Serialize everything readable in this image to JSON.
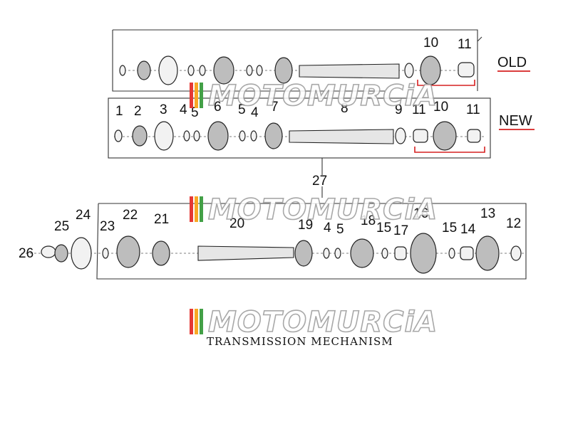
{
  "caption": "TRANSMISSION MECHANISM",
  "version_old": "OLD",
  "version_new": "NEW",
  "version_color": "#d62020",
  "watermark": "MOTOMURCiA",
  "watermark_stripes": [
    "#e53935",
    "#f9a825",
    "#43a047"
  ],
  "old_labels": [
    "10",
    "11"
  ],
  "new_labels": [
    "1",
    "2",
    "3",
    "4",
    "5",
    "6",
    "5",
    "4",
    "7",
    "8",
    "9",
    "11",
    "10",
    "11"
  ],
  "main_label": "27",
  "lower_labels": [
    "26",
    "25",
    "24",
    "23",
    "22",
    "21",
    "20",
    "19",
    "4",
    "5",
    "18",
    "15",
    "17",
    "16",
    "15",
    "14",
    "13",
    "12"
  ]
}
